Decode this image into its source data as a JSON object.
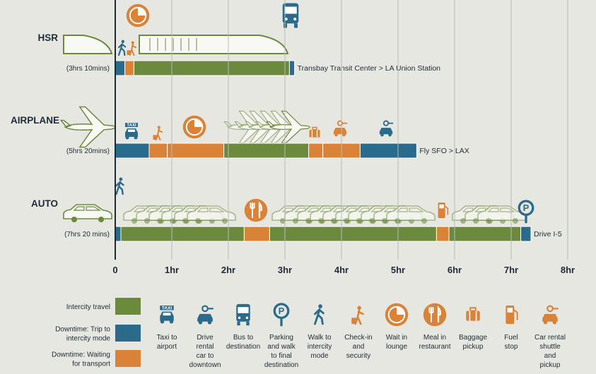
{
  "colors": {
    "background": "#e6e7e1",
    "intercity": "#6c8a3e",
    "trip_to_mode": "#2a6a8a",
    "waiting": "#d98238",
    "text": "#1e2b36"
  },
  "chart_data": {
    "type": "bar",
    "title": "",
    "xlabel": "",
    "ylabel": "",
    "xlim": [
      0,
      8
    ],
    "x_ticks": [
      "0",
      "1hr",
      "2hr",
      "3hr",
      "4hr",
      "5hr",
      "6hr",
      "7hr",
      "8hr"
    ],
    "modes": [
      {
        "name": "HSR",
        "total_label": "(3hrs 10mins)",
        "route": "Transbay Transit Center > LA Union Station",
        "segments": [
          {
            "start": 0.0,
            "end": 0.17,
            "kind": "trip_to_mode"
          },
          {
            "start": 0.17,
            "end": 0.33,
            "kind": "waiting"
          },
          {
            "start": 0.33,
            "end": 3.08,
            "kind": "intercity"
          },
          {
            "start": 3.08,
            "end": 3.17,
            "kind": "trip_to_mode"
          }
        ],
        "icons": [
          "walk-icon",
          "check-in-icon",
          "wait-lounge-icon",
          "bus-icon"
        ]
      },
      {
        "name": "AIRPLANE",
        "total_label": "(5hrs 20mins)",
        "route": "Fly SFO > LAX",
        "segments": [
          {
            "start": 0.0,
            "end": 0.6,
            "kind": "trip_to_mode"
          },
          {
            "start": 0.6,
            "end": 0.92,
            "kind": "waiting"
          },
          {
            "start": 0.92,
            "end": 1.92,
            "kind": "waiting"
          },
          {
            "start": 1.92,
            "end": 3.42,
            "kind": "intercity"
          },
          {
            "start": 3.42,
            "end": 3.67,
            "kind": "waiting"
          },
          {
            "start": 3.67,
            "end": 4.33,
            "kind": "waiting"
          },
          {
            "start": 4.33,
            "end": 5.33,
            "kind": "trip_to_mode"
          }
        ],
        "icons": [
          "taxi-icon",
          "check-in-icon",
          "wait-lounge-icon",
          "baggage-icon",
          "rental-shuttle-icon",
          "rental-car-icon"
        ]
      },
      {
        "name": "AUTO",
        "total_label": "(7hrs 20 mins)",
        "route": "Drive I-5",
        "segments": [
          {
            "start": 0.0,
            "end": 0.1,
            "kind": "trip_to_mode"
          },
          {
            "start": 0.1,
            "end": 2.28,
            "kind": "intercity"
          },
          {
            "start": 2.28,
            "end": 2.73,
            "kind": "waiting"
          },
          {
            "start": 2.73,
            "end": 5.68,
            "kind": "intercity"
          },
          {
            "start": 5.68,
            "end": 5.9,
            "kind": "waiting"
          },
          {
            "start": 5.9,
            "end": 7.17,
            "kind": "intercity"
          },
          {
            "start": 7.17,
            "end": 7.35,
            "kind": "trip_to_mode"
          }
        ],
        "icons": [
          "walk-icon",
          "meal-icon",
          "fuel-icon",
          "parking-icon"
        ]
      }
    ],
    "legend": [
      {
        "label_lines": [
          "Intercity travel"
        ],
        "kind": "intercity"
      },
      {
        "label_lines": [
          "Downtime: Trip to",
          "intercity mode"
        ],
        "kind": "trip_to_mode"
      },
      {
        "label_lines": [
          "Downtime: Waiting",
          "for transport"
        ],
        "kind": "waiting"
      }
    ],
    "icon_key": [
      {
        "icon": "taxi-icon",
        "label_lines": [
          "Taxi to",
          "airport"
        ]
      },
      {
        "icon": "rental-car-icon",
        "label_lines": [
          "Drive",
          "rental",
          "car to",
          "downtown"
        ]
      },
      {
        "icon": "bus-icon",
        "label_lines": [
          "Bus to",
          "destination"
        ]
      },
      {
        "icon": "parking-icon",
        "label_lines": [
          "Parking",
          "and walk",
          "to final",
          "destination"
        ]
      },
      {
        "icon": "walk-icon",
        "label_lines": [
          "Walk to",
          "intercity",
          "mode"
        ]
      },
      {
        "icon": "check-in-icon",
        "label_lines": [
          "Check-in",
          "and",
          "security"
        ]
      },
      {
        "icon": "wait-lounge-icon",
        "label_lines": [
          "Wait in",
          "lounge"
        ]
      },
      {
        "icon": "meal-icon",
        "label_lines": [
          "Meal in",
          "restaurant"
        ]
      },
      {
        "icon": "baggage-icon",
        "label_lines": [
          "Baggage",
          "pickup"
        ]
      },
      {
        "icon": "fuel-icon",
        "label_lines": [
          "Fuel",
          "stop"
        ]
      },
      {
        "icon": "rental-shuttle-icon",
        "label_lines": [
          "Car rental",
          "shuttle",
          "and",
          "pickup"
        ]
      }
    ],
    "icon_text": {
      "taxi": "TAXI",
      "parking": "P"
    }
  }
}
